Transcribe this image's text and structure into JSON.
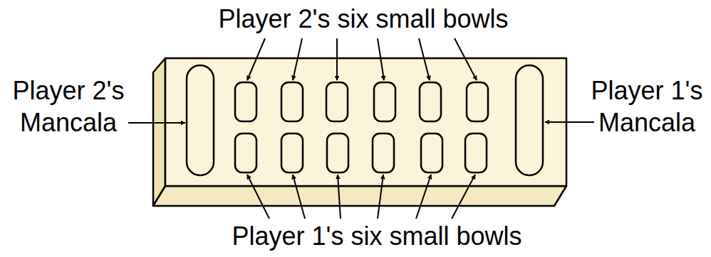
{
  "diagram": {
    "labels": [
      "Player 2's six small bowls",
      "Player 2's Mancala",
      "Player 1's Mancala",
      "Player 1's six small bowls"
    ]
  }
}
